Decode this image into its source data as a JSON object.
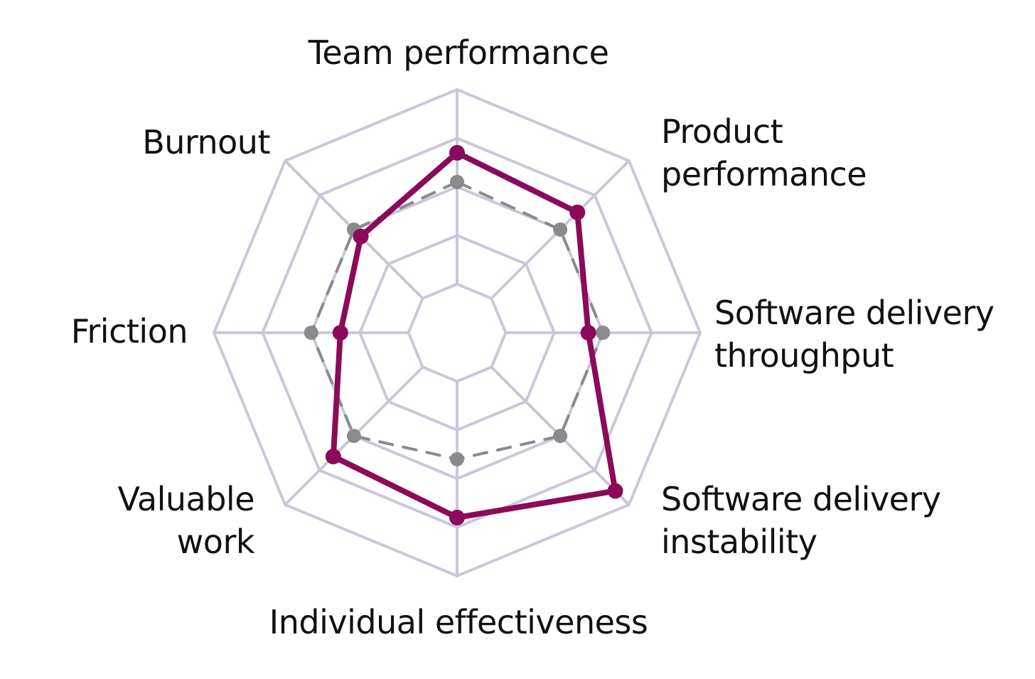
{
  "chart_data": {
    "type": "radar",
    "title": "",
    "axes": [
      {
        "lines": [
          "Team performance"
        ]
      },
      {
        "lines": [
          "Product",
          "performance"
        ]
      },
      {
        "lines": [
          "Software delivery",
          "throughput"
        ]
      },
      {
        "lines": [
          "Software delivery",
          "instability"
        ]
      },
      {
        "lines": [
          "Individual effectiveness"
        ]
      },
      {
        "lines": [
          "Valuable",
          "work"
        ]
      },
      {
        "lines": [
          "Friction"
        ]
      },
      {
        "lines": [
          "Burnout"
        ]
      }
    ],
    "range": [
      0,
      5
    ],
    "grid_levels": 5,
    "grid": true,
    "legend": "none",
    "series": [
      {
        "values": [
          3.7,
          3.5,
          2.7,
          4.6,
          3.8,
          3.6,
          2.4,
          2.8
        ],
        "color": "#8b0a5a",
        "style": "solid"
      },
      {
        "values": [
          3.1,
          3.0,
          3.0,
          3.0,
          2.6,
          3.0,
          3.0,
          3.0
        ],
        "color": "#8a8a8e",
        "style": "dashed"
      }
    ],
    "colors": {
      "grid": "#c9c7d8",
      "accent": "#8b0a5a",
      "baseline": "#8a8a8e"
    }
  }
}
